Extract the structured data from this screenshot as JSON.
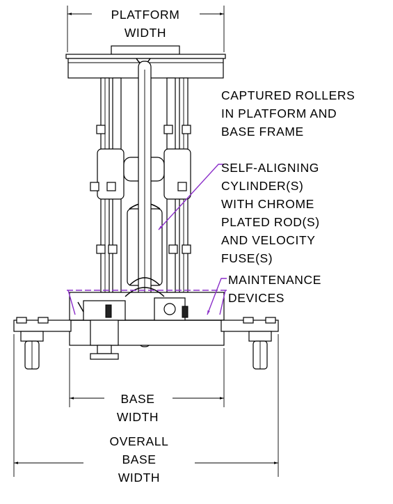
{
  "dimensions": {
    "platform_width": [
      "PLATFORM",
      "WIDTH"
    ],
    "base_width": [
      "BASE",
      "WIDTH"
    ],
    "overall_base_width": [
      "OVERALL",
      "BASE",
      "WIDTH"
    ]
  },
  "callouts": {
    "captured_rollers": [
      "CAPTURED ROLLERS",
      "IN PLATFORM AND",
      "BASE FRAME"
    ],
    "self_aligning": [
      "SELF-ALIGNING",
      "CYLINDER(S)",
      "WITH CHROME",
      "PLATED ROD(S)",
      "AND VELOCITY",
      "FUSE(S)"
    ],
    "maintenance": [
      "MAINTENANCE",
      "DEVICES"
    ]
  },
  "colors": {
    "leader": "#8b2fc9",
    "line": "#000000"
  }
}
